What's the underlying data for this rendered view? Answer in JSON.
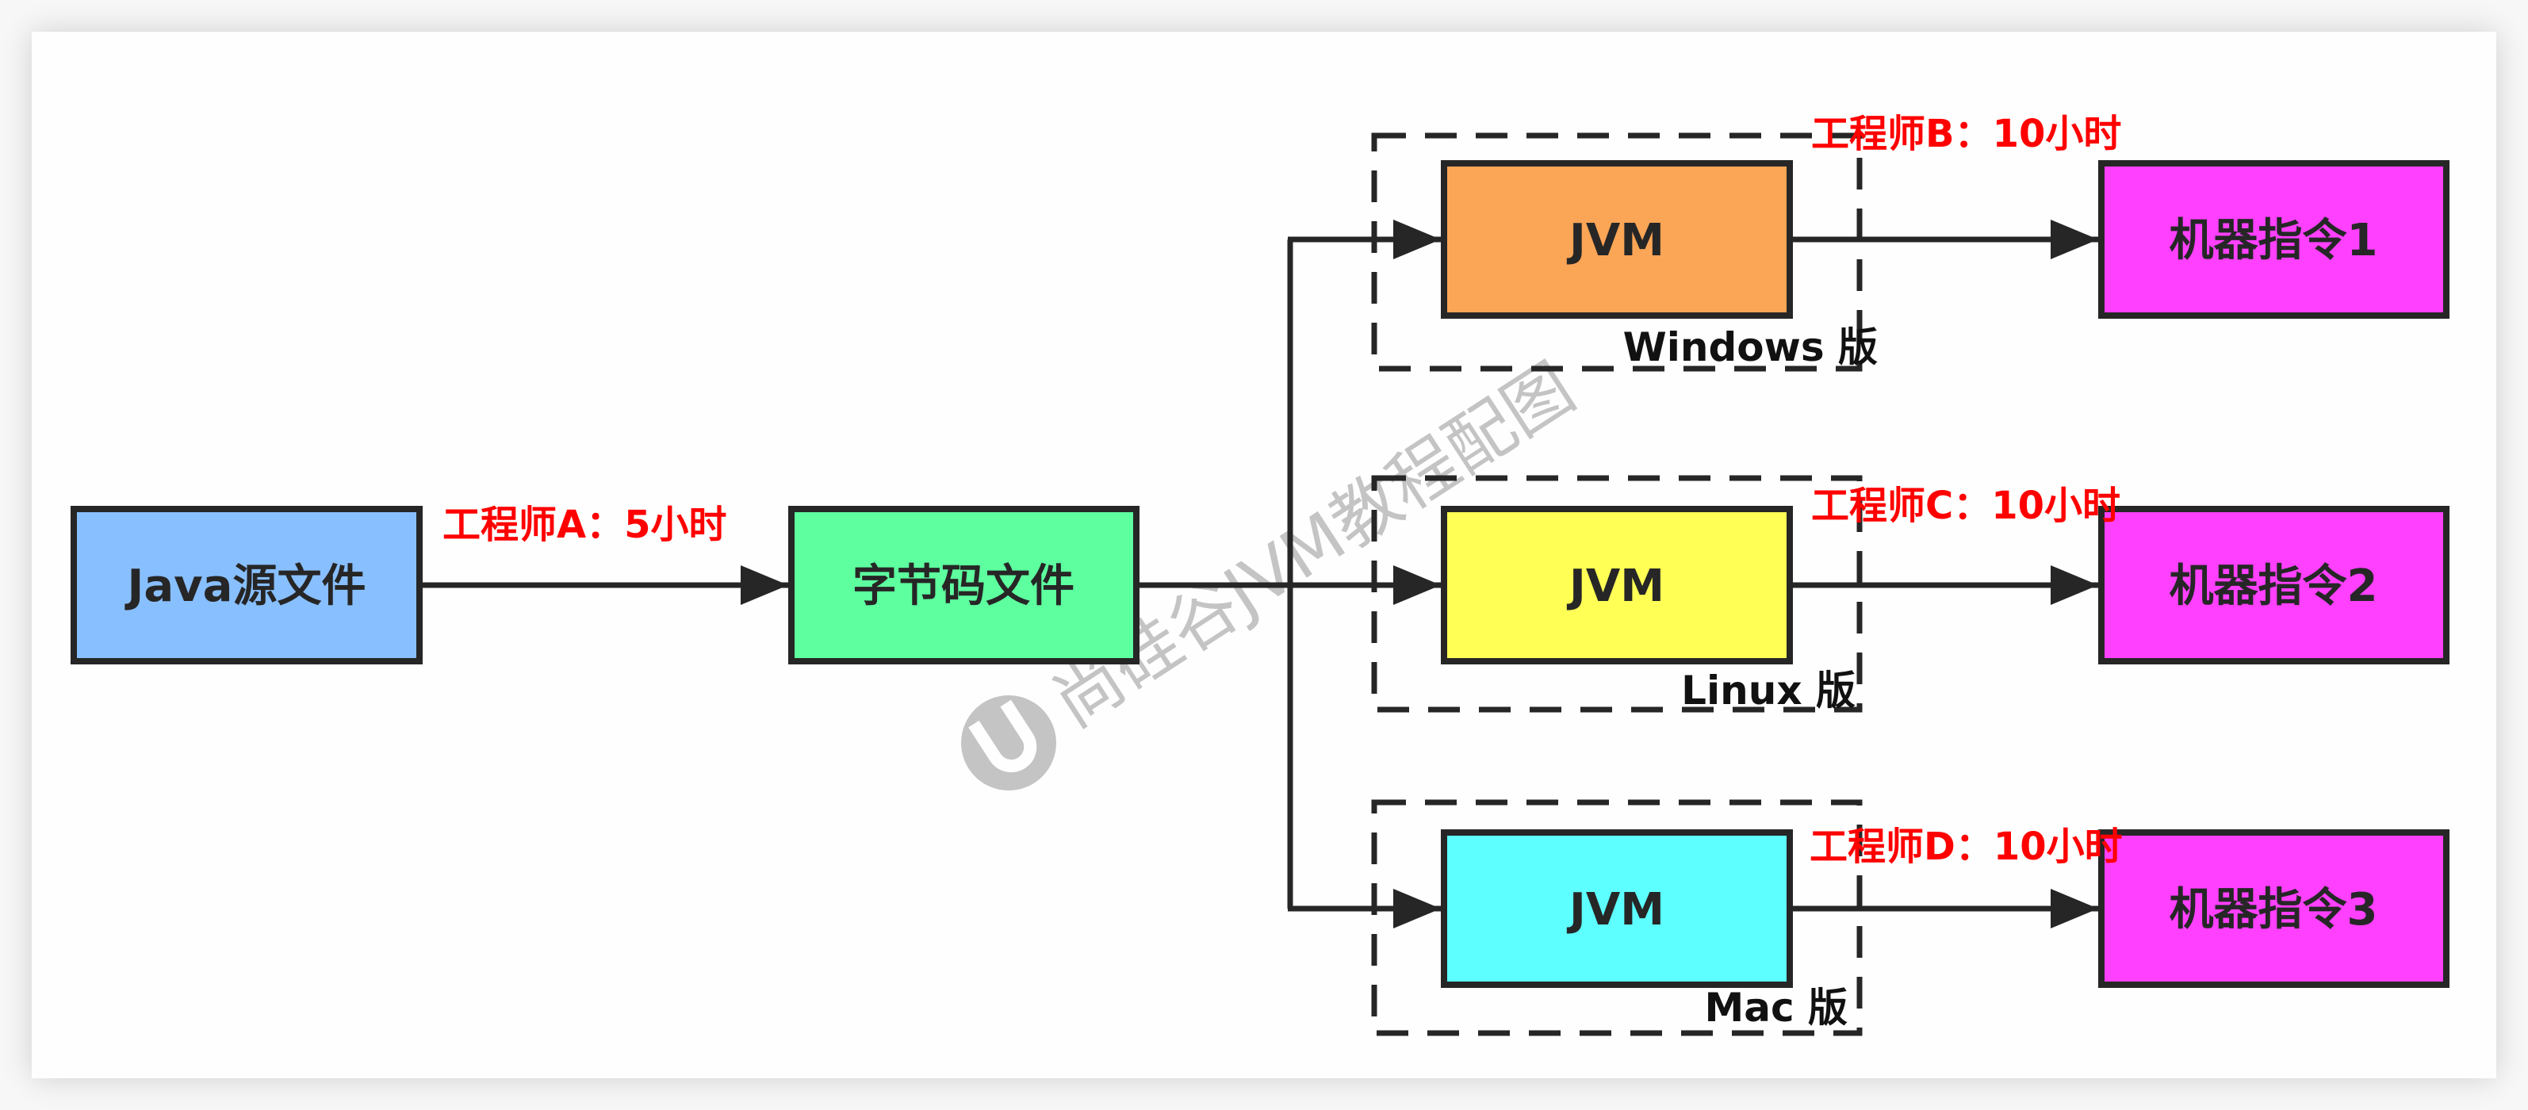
{
  "diagram": {
    "source": {
      "label": "Java源文件",
      "color": "#88bfff"
    },
    "bytecode": {
      "label": "字节码文件",
      "color": "#5dff9f"
    },
    "edge_source_bytecode": {
      "label": "工程师A：5小时"
    },
    "platforms": [
      {
        "platform_label": "Windows 版",
        "jvm_label": "JVM",
        "jvm_color": "#fba556",
        "engineer_label": "工程师B：10小时",
        "output_label": "机器指令1",
        "output_color": "#ff40ff"
      },
      {
        "platform_label": "Linux 版",
        "jvm_label": "JVM",
        "jvm_color": "#ffff55",
        "engineer_label": "工程师C：10小时",
        "output_label": "机器指令2",
        "output_color": "#ff40ff"
      },
      {
        "platform_label": "Mac 版",
        "jvm_label": "JVM",
        "jvm_color": "#5dffff",
        "engineer_label": "工程师D：10小时",
        "output_label": "机器指令3",
        "output_color": "#ff40ff"
      }
    ],
    "colors": {
      "stroke": "#262626",
      "edge_label": "#ff0000",
      "watermark": "#c4c4c4"
    },
    "watermark": {
      "text": "尚硅谷JVM教程配图",
      "logo_letter": "U"
    }
  }
}
